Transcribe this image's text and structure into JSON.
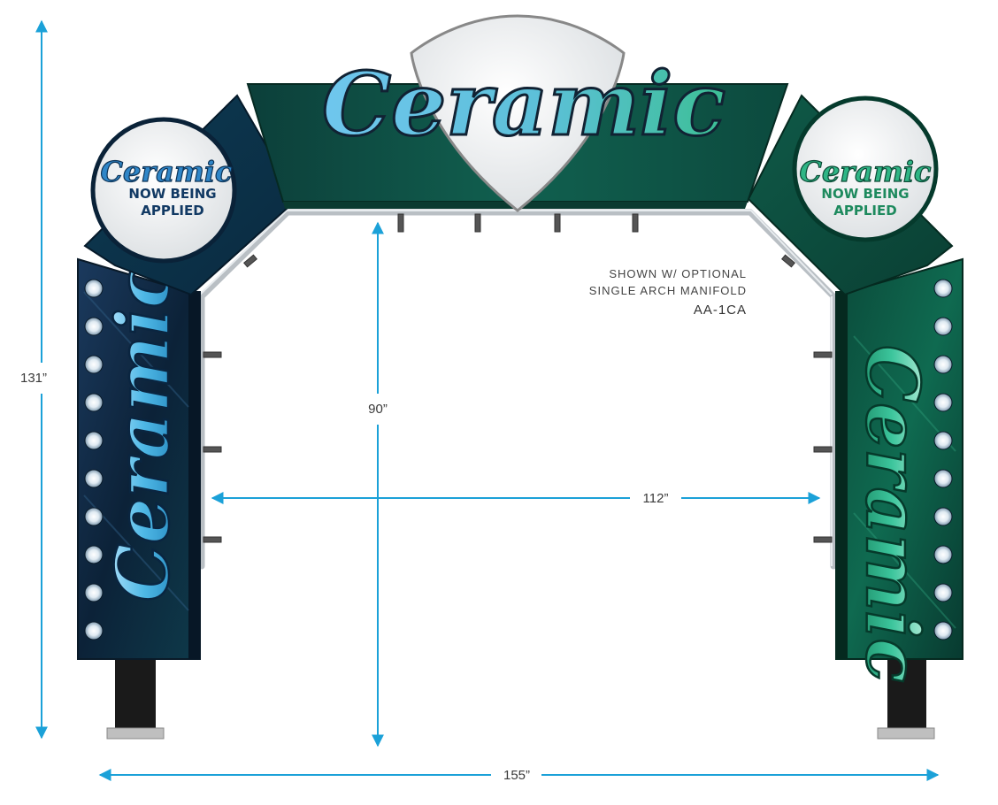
{
  "dimensions": {
    "total_height": "131”",
    "clearance_height": "90”",
    "inner_width": "112”",
    "total_width": "155”"
  },
  "note": {
    "line1": "SHOWN W/ OPTIONAL",
    "line2": "SINGLE ARCH MANIFOLD",
    "model": "AA-1CA"
  },
  "signage": {
    "top_brand": "Ceramic",
    "left_badge_brand": "Ceramic",
    "left_badge_line1": "NOW BEING",
    "left_badge_line2": "APPLIED",
    "right_badge_brand": "Ceramic",
    "right_badge_line1": "NOW BEING",
    "right_badge_line2": "APPLIED",
    "left_pillar_brand": "Ceramic",
    "right_pillar_brand": "Ceramic"
  },
  "colors": {
    "dimension_blue": "#1ba1d8",
    "left_panel_dark": "#0f2e45",
    "right_panel_green": "#0d5a45",
    "top_panel_green": "#0f5547",
    "blue_script": "#4fb8e6",
    "green_script": "#3cc59c",
    "badge_navy": "#123a64",
    "badge_green": "#1e8a5e"
  }
}
